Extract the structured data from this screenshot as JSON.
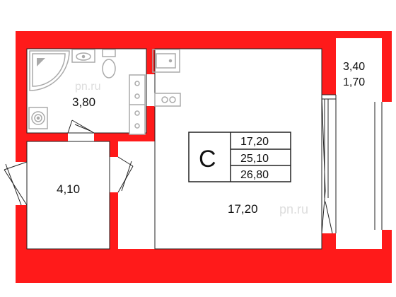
{
  "colors": {
    "wall": "#ff1a1a",
    "line": "#222222",
    "fixture": "#aaaaaa",
    "watermark": "#dddddd"
  },
  "rooms": {
    "bathroom": {
      "area": "3,80"
    },
    "hall": {
      "area": "4,10"
    },
    "main": {
      "area": "17,20"
    },
    "balcony": {
      "area_full": "3,40",
      "area_reduced": "1,70"
    }
  },
  "legend": {
    "type_letter": "С",
    "living_area": "17,20",
    "total_area": "25,10",
    "total_with_balcony": "26,80"
  },
  "watermarks": [
    "pn.ru",
    "pn.ru"
  ],
  "icons": [
    "shower-corner-icon",
    "bath-sink-icon",
    "toilet-icon",
    "boiler-icon",
    "kitchen-sink-icon",
    "stove-icon"
  ]
}
